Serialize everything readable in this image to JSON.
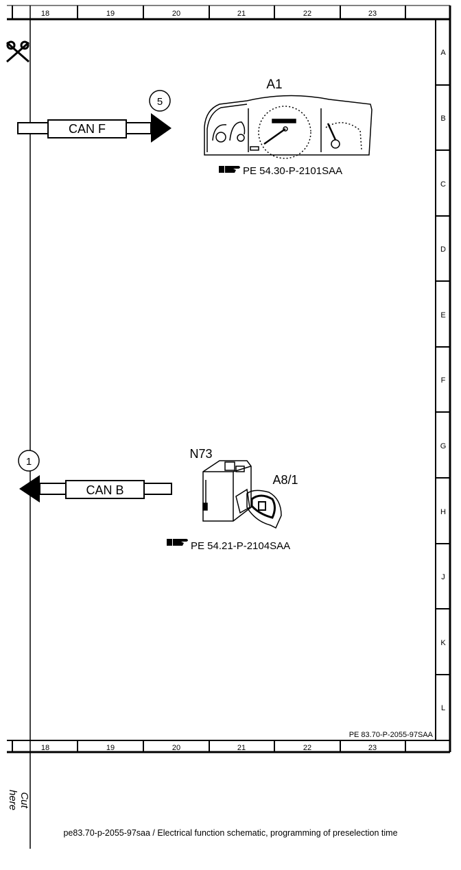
{
  "sheet": {
    "columns": [
      "18",
      "19",
      "20",
      "21",
      "22",
      "23"
    ],
    "rows": [
      "A",
      "B",
      "C",
      "D",
      "E",
      "F",
      "G",
      "H",
      "J",
      "K",
      "L"
    ],
    "drawing_id": "PE 83.70-P-2055-97SAA"
  },
  "components": {
    "instrument_cluster": {
      "label": "A1",
      "ref": "PE 54.30-P-2101SAA"
    },
    "ignition_switch": {
      "label": "N73",
      "ref": "PE 54.21-P-2104SAA"
    },
    "key": {
      "label": "A8/1"
    }
  },
  "connections": {
    "can_f": {
      "label": "CAN F",
      "marker": "5"
    },
    "can_b": {
      "label": "CAN B",
      "marker": "1"
    }
  },
  "footer": {
    "cut_here": "Cut here",
    "caption": "pe83.70-p-2055-97saa / Electrical function schematic, programming of preselection time"
  }
}
